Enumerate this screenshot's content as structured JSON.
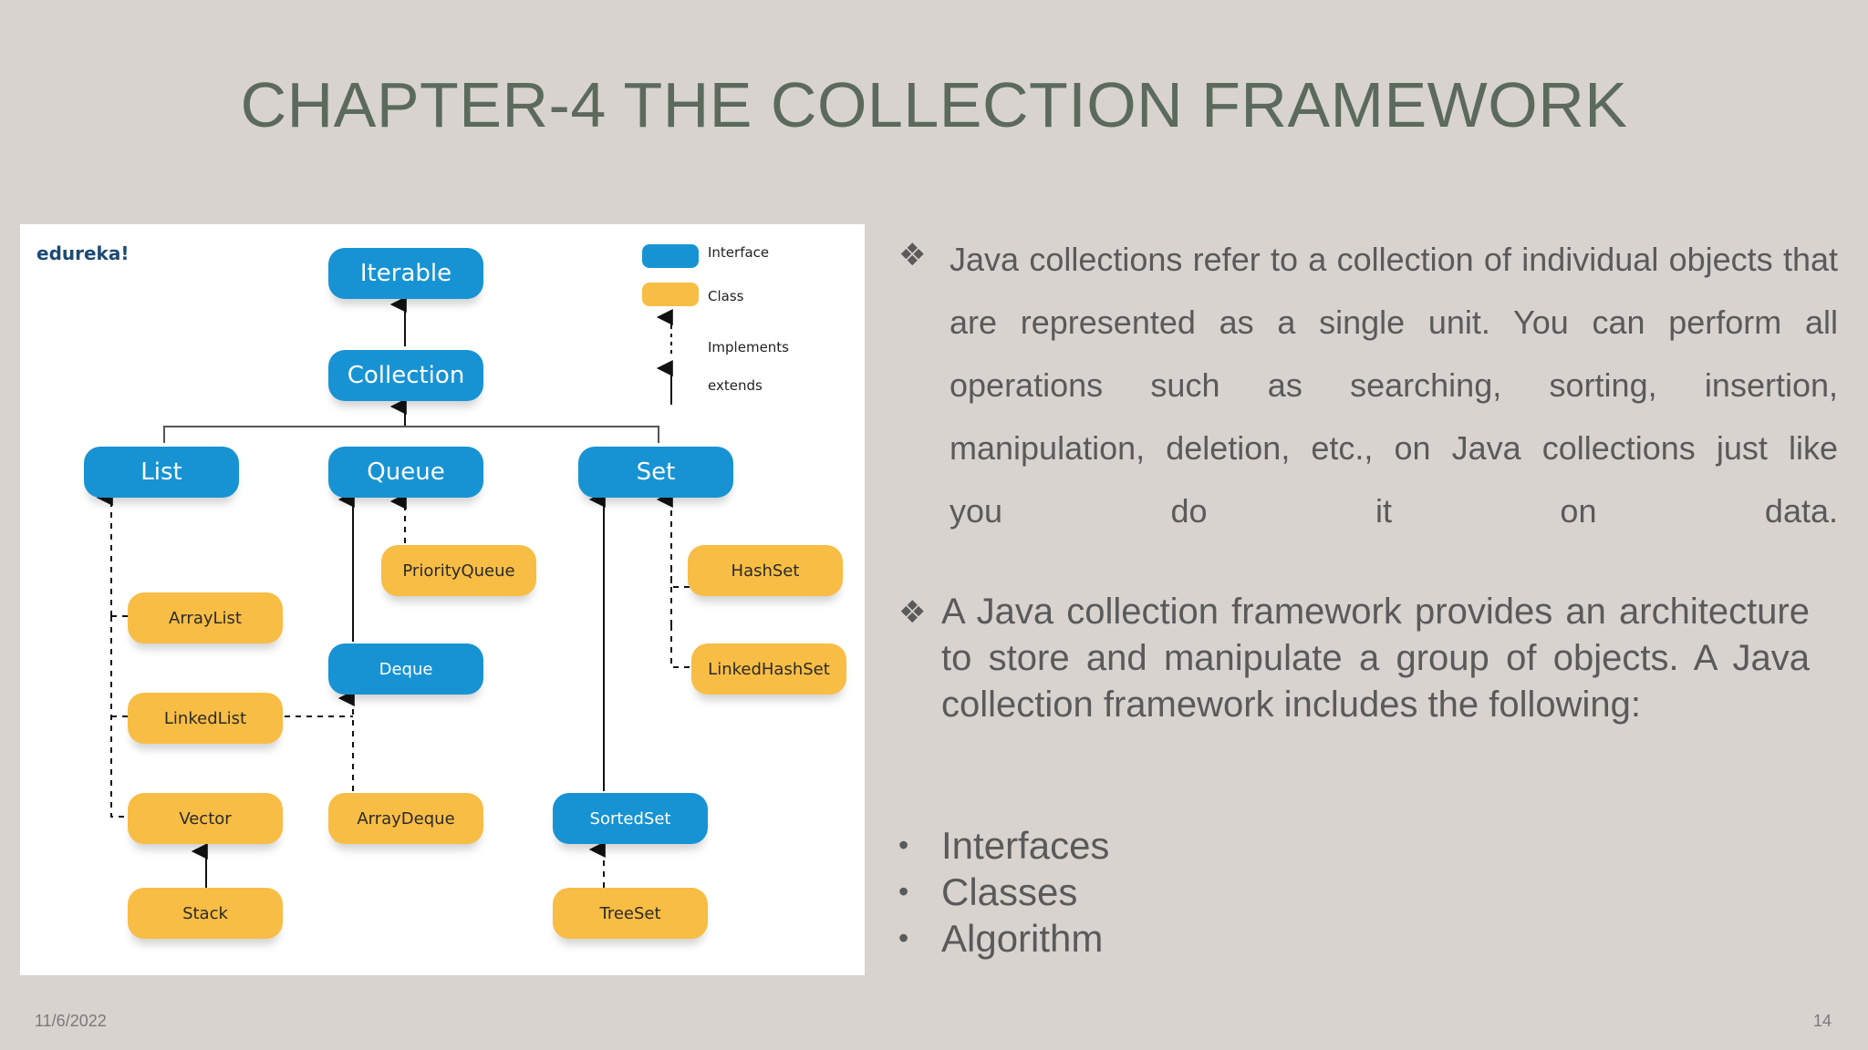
{
  "slide": {
    "title": "CHAPTER-4 THE COLLECTION FRAMEWORK",
    "date": "11/6/2022",
    "page_number": "14"
  },
  "diagram": {
    "logo": "edureka!",
    "colors": {
      "interface": "#1793d4",
      "class": "#f8bd44"
    },
    "legend": {
      "interface": "Interface",
      "class": "Class",
      "implements": "Implements",
      "extends": "extends"
    },
    "nodes": {
      "iterable": "Iterable",
      "collection": "Collection",
      "list": "List",
      "queue": "Queue",
      "set": "Set",
      "priority_queue": "PriorityQueue",
      "hash_set": "HashSet",
      "array_list": "ArrayList",
      "deque": "Deque",
      "linked_hash_set": "LinkedHashSet",
      "linked_list": "LinkedList",
      "vector": "Vector",
      "array_deque": "ArrayDeque",
      "sorted_set": "SortedSet",
      "stack": "Stack",
      "tree_set": "TreeSet"
    }
  },
  "content": {
    "para1": "Java collections refer to a collection of individual objects that are represented as a single unit. You can perform all operations such as searching, sorting, insertion, manipulation, deletion, etc., on Java collections just like",
    "para1_last_line": "you do it on data.",
    "para2": "A Java collection framework provides an architecture to store and manipulate a group of objects. A Java collection framework includes the following:",
    "list_items": [
      "Interfaces",
      "Classes",
      "Algorithm"
    ]
  }
}
